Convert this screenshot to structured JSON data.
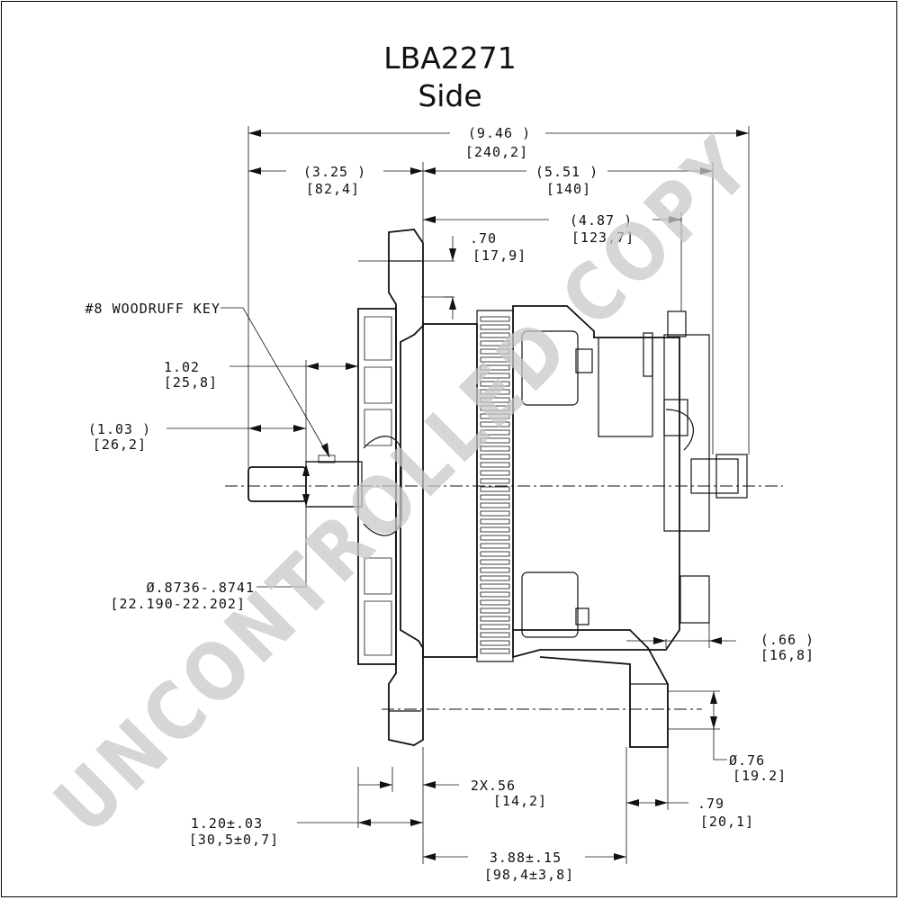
{
  "title": {
    "model": "LBA2271",
    "view": "Side"
  },
  "watermark": "UNCONTROLLED COPY",
  "callouts": {
    "woodruff_key": "#8 WOODRUFF KEY"
  },
  "dimensions": {
    "overall_in": "(9.46    )",
    "overall_mm": "[240,2]",
    "front_in": "(3.25   )",
    "front_mm": "[82,4]",
    "rear_in": "(5.51   )",
    "rear_mm": "[140]",
    "body_in": "(4.87    )",
    "body_mm": "[123,7]",
    "flange_in": ".70",
    "flange_mm": "[17,9]",
    "pulley_in": "1.02",
    "pulley_mm": "[25,8]",
    "shaft_in": "(1.03   )",
    "shaft_mm": "[26,2]",
    "shaft_dia_in": "Ø.8736-.8741",
    "shaft_dia_mm": "[22.190-22.202]",
    "terminal_in": "(.66    )",
    "terminal_mm": "[16,8]",
    "mount_hole_in": "Ø.76",
    "mount_hole_mm": "[19.2]",
    "ear_in": "2X.56",
    "ear_mm": "[14,2]",
    "foot_in": ".79",
    "foot_mm": "[20,1]",
    "front_offset_in": "1.20±.03",
    "front_offset_mm": "[30,5±0,7]",
    "mount_span_in": "3.88±.15",
    "mount_span_mm": "[98,4±3,8]"
  },
  "colors": {
    "line": "#111111",
    "watermark": "#c8c8c8",
    "background": "#ffffff"
  }
}
